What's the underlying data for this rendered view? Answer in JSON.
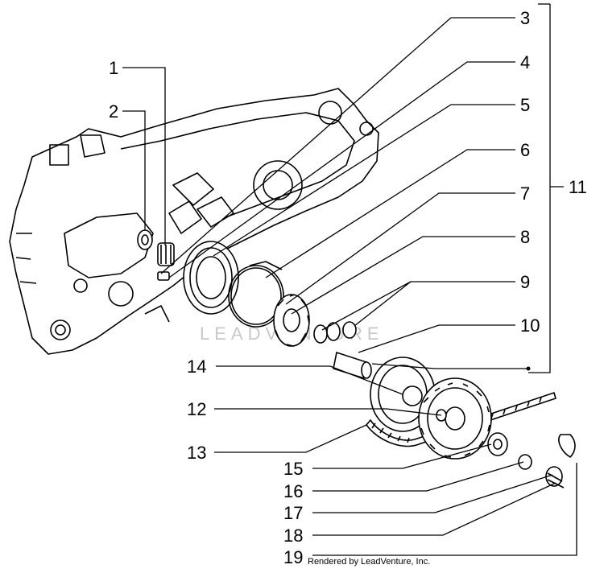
{
  "diagram": {
    "credit": "Rendered by LeadVenture, Inc.",
    "watermark": "LEADVENTURE",
    "callouts": [
      {
        "id": "1",
        "label": "1"
      },
      {
        "id": "2",
        "label": "2"
      },
      {
        "id": "3",
        "label": "3"
      },
      {
        "id": "4",
        "label": "4"
      },
      {
        "id": "5",
        "label": "5"
      },
      {
        "id": "6",
        "label": "6"
      },
      {
        "id": "7",
        "label": "7"
      },
      {
        "id": "8",
        "label": "8"
      },
      {
        "id": "9",
        "label": "9"
      },
      {
        "id": "10",
        "label": "10"
      },
      {
        "id": "11",
        "label": "11"
      },
      {
        "id": "12",
        "label": "12"
      },
      {
        "id": "13",
        "label": "13"
      },
      {
        "id": "14",
        "label": "14"
      },
      {
        "id": "15",
        "label": "15"
      },
      {
        "id": "16",
        "label": "16"
      },
      {
        "id": "17",
        "label": "17"
      },
      {
        "id": "18",
        "label": "18"
      },
      {
        "id": "19",
        "label": "19"
      }
    ]
  }
}
